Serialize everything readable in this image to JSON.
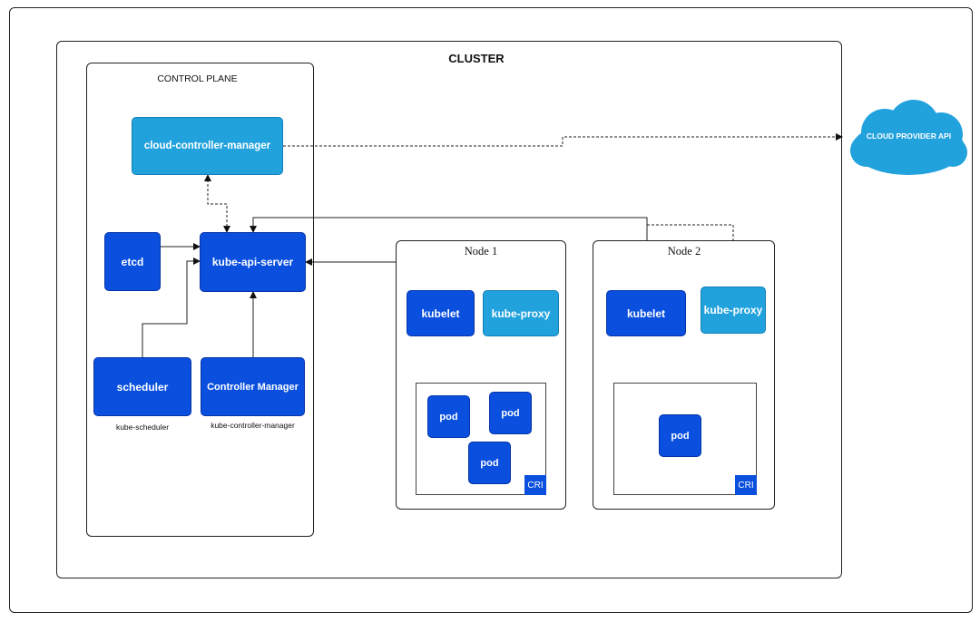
{
  "cluster": {
    "title": "CLUSTER"
  },
  "control_plane": {
    "title": "CONTROL PLANE",
    "cloud_controller_manager": "cloud-controller-manager",
    "etcd": "etcd",
    "kube_api_server": "kube-api-server",
    "scheduler": "scheduler",
    "scheduler_caption": "kube-scheduler",
    "controller_manager": "Controller Manager",
    "controller_manager_caption": "kube-controller-manager"
  },
  "cloud_provider": {
    "label": "CLOUD PROVIDER API"
  },
  "node1": {
    "title": "Node 1",
    "kubelet": "kubelet",
    "kube_proxy": "kube-proxy",
    "pods": [
      "pod",
      "pod",
      "pod"
    ],
    "cri": "CRI"
  },
  "node2": {
    "title": "Node 2",
    "kubelet": "kubelet",
    "kube_proxy": "kube-proxy",
    "pods": [
      "pod"
    ],
    "cri": "CRI"
  },
  "colors": {
    "dark_blue": "#0a4fde",
    "light_blue": "#22a2dd",
    "cloud": "#22a2dd",
    "border": "#222222"
  }
}
